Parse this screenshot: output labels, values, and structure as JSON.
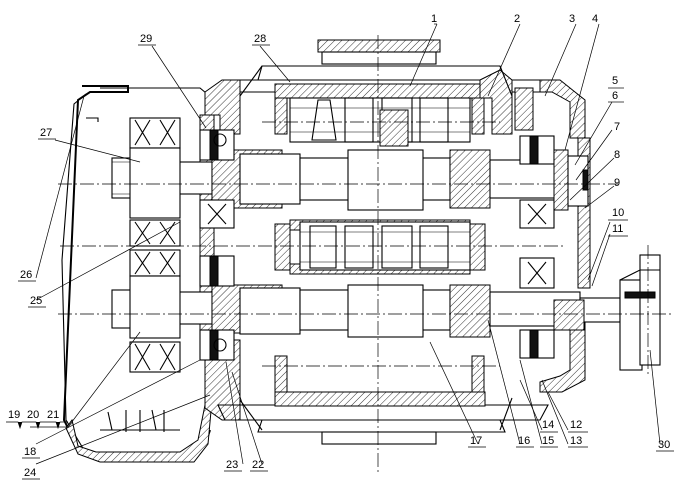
{
  "labels": [
    {
      "id": "1",
      "text": "1"
    },
    {
      "id": "2",
      "text": "2"
    },
    {
      "id": "3",
      "text": "3"
    },
    {
      "id": "4",
      "text": "4"
    },
    {
      "id": "5",
      "text": "5"
    },
    {
      "id": "6",
      "text": "6"
    },
    {
      "id": "7",
      "text": "7"
    },
    {
      "id": "8",
      "text": "8"
    },
    {
      "id": "9",
      "text": "9"
    },
    {
      "id": "10",
      "text": "10"
    },
    {
      "id": "11",
      "text": "11"
    },
    {
      "id": "12",
      "text": "12"
    },
    {
      "id": "13",
      "text": "13"
    },
    {
      "id": "14",
      "text": "14"
    },
    {
      "id": "15",
      "text": "15"
    },
    {
      "id": "16",
      "text": "16"
    },
    {
      "id": "17",
      "text": "17"
    },
    {
      "id": "18",
      "text": "18"
    },
    {
      "id": "19",
      "text": "19"
    },
    {
      "id": "20",
      "text": "20"
    },
    {
      "id": "21",
      "text": "21"
    },
    {
      "id": "22",
      "text": "22"
    },
    {
      "id": "23",
      "text": "23"
    },
    {
      "id": "24",
      "text": "24"
    },
    {
      "id": "25",
      "text": "25"
    },
    {
      "id": "26",
      "text": "26"
    },
    {
      "id": "27",
      "text": "27"
    },
    {
      "id": "28",
      "text": "28"
    },
    {
      "id": "29",
      "text": "29"
    },
    {
      "id": "30",
      "text": "30"
    }
  ]
}
